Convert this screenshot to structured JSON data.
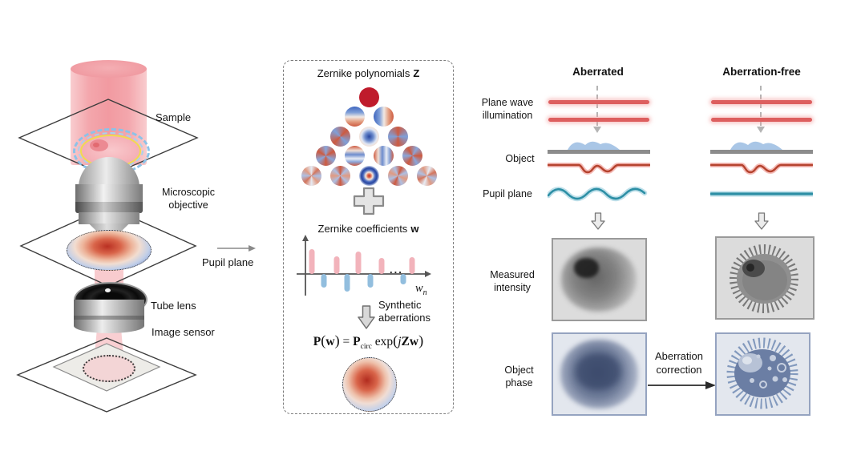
{
  "left_panel": {
    "sample_label": "Sample",
    "objective_label_line1": "Microscopic",
    "objective_label_line2": "objective",
    "pupil_plane_label": "Pupil plane",
    "tube_lens_label": "Tube lens",
    "image_sensor_label": "Image sensor"
  },
  "middle_panel": {
    "title_text": "Zernike polynomials",
    "title_symbol": "Z",
    "zernike_modes": [
      "piston",
      "tilt-vertical",
      "tilt-horizontal",
      "astigmatism-oblique",
      "defocus",
      "astigmatism-vertical",
      "trefoil-a",
      "coma-vertical",
      "coma-horizontal",
      "trefoil-b",
      "pentafoil-a",
      "quadrafoil-a",
      "spherical",
      "quadrafoil-b",
      "pentafoil-b"
    ],
    "coefficients_text": "Zernike coefficients",
    "coefficients_symbol": "w",
    "coeff_chart": {
      "type": "bar",
      "values": [
        31,
        -17,
        22,
        -22,
        28,
        -17,
        20,
        -13,
        21
      ],
      "xs": [
        25,
        40,
        56,
        69,
        83,
        98,
        112,
        139,
        150
      ],
      "ellipsis": "...",
      "x_axis_symbol": "w",
      "x_axis_subscript": "n"
    },
    "synthetic_label_line1": "Synthetic",
    "synthetic_label_line2": "aberrations",
    "equation": {
      "lhs": "P",
      "open1": "(",
      "arg": "w",
      "close1": ")",
      "equals": " = ",
      "rhs_base": "P",
      "rhs_sub": "circ",
      "func": " exp",
      "open2": "(",
      "imag": "j",
      "matvec": "Zw",
      "close2": ")"
    }
  },
  "right_panel": {
    "col1_header": "Aberrated",
    "col2_header": "Aberration-free",
    "row_plane_wave_line1": "Plane wave",
    "row_plane_wave_line2": "illumination",
    "row_object": "Object",
    "row_pupil_plane": "Pupil plane",
    "row_measured_line1": "Measured",
    "row_measured_line2": "intensity",
    "row_phase_line1": "Object",
    "row_phase_line2": "phase",
    "correction_label_line1": "Aberration",
    "correction_label_line2": "correction"
  },
  "colors": {
    "bar_pink": "#f2b3bb",
    "bar_blue": "#92bede",
    "beam_pink": "#f3a2a8",
    "wave_red": "#b5432e",
    "wave_teal": "#2d8fa5",
    "piston_red": "#bf1b2c",
    "phase_slate": "#6b7ea4",
    "axis_gray": "#555555"
  }
}
